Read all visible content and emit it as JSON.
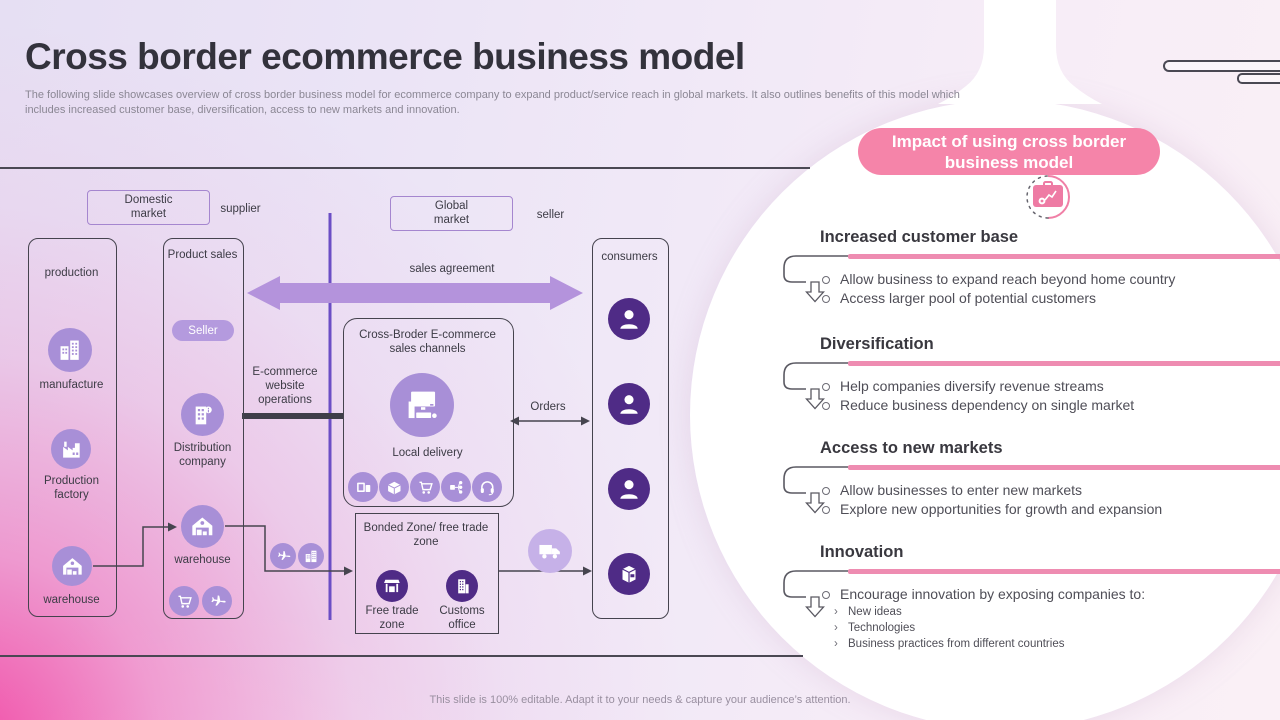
{
  "slide": {
    "title": "Cross border ecommerce business model",
    "subtitle": "The following slide showcases overview of cross border business model for ecommerce company to expand product/service reach in global markets. It also outlines benefits of this model which includes increased customer base, diversification, access to new markets and innovation.",
    "footer": "This slide is 100% editable. Adapt it to your needs & capture your audience’s attention."
  },
  "diagram": {
    "markets": {
      "domestic": "Domestic market",
      "domestic_role": "supplier",
      "global": "Global market",
      "global_role": "seller"
    },
    "arrow_label": "sales agreement",
    "production_col": {
      "title": "production",
      "manufacture": "manufacture",
      "factory": "Production factory",
      "warehouse": "warehouse"
    },
    "sales_col": {
      "title": "Product sales",
      "badge": "Seller",
      "distribution": "Distribution company",
      "warehouse": "warehouse"
    },
    "ops_label": "E-commerce website operations",
    "channels_box": {
      "title": "Cross-Broder E-commerce sales channels",
      "delivery": "Local delivery"
    },
    "orders_label": "Orders",
    "consumers_col": {
      "title": "consumers"
    },
    "bonded_box": {
      "title": "Bonded Zone/ free trade zone",
      "free_trade": "Free trade zone",
      "customs": "Customs office"
    }
  },
  "impact": {
    "header": "Impact of using cross border business model",
    "sections": [
      {
        "title": "Increased customer base",
        "bullets": [
          "Allow business to expand reach beyond home country",
          "Access larger pool of potential customers"
        ]
      },
      {
        "title": "Diversification",
        "bullets": [
          "Help companies diversify revenue streams",
          "Reduce business dependency on single market"
        ]
      },
      {
        "title": "Access to new markets",
        "bullets": [
          "Allow businesses to enter new markets",
          "Explore new opportunities for growth and expansion"
        ]
      },
      {
        "title": "Innovation",
        "bullets": [
          "Encourage innovation by exposing companies to:"
        ],
        "subs": [
          "New ideas",
          "Technologies",
          "Business practices from different countries"
        ]
      }
    ]
  },
  "colors": {
    "band_pink": "#f584a9",
    "bar_pink": "#ee8cb1",
    "purple_light": "#a88fd7",
    "purple_dark": "#4f2b86",
    "purple_line": "#6b4ec5",
    "arrow_purple": "#b493dc"
  }
}
